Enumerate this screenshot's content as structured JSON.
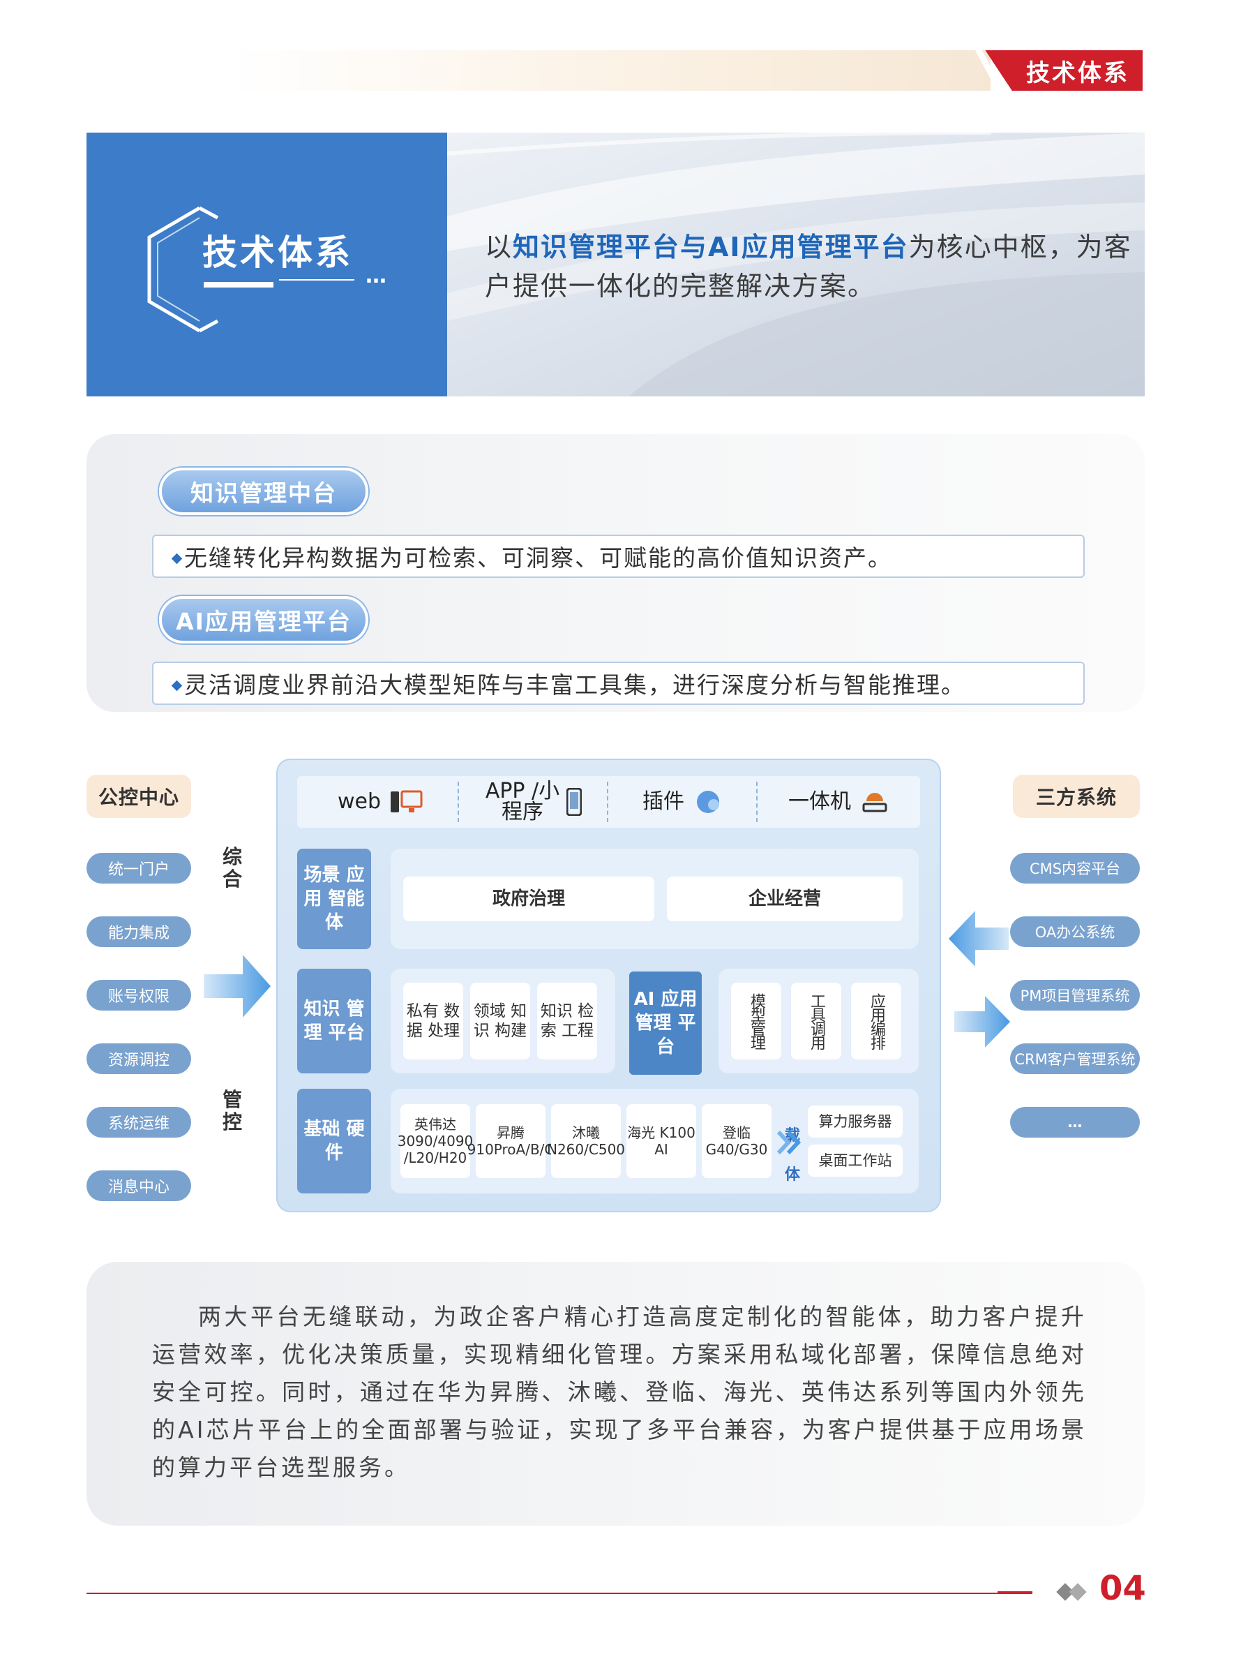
{
  "header": {
    "tag": "技术体系"
  },
  "hero": {
    "title": "技术体系",
    "dots": "…",
    "lead_pre": "以",
    "lead_hl": "知识管理平台与AI应用管理平台",
    "lead_post": "为核心中枢，为客户提供一体化的完整解决方案。"
  },
  "platforms": [
    {
      "name": "知识管理中台",
      "desc": "无缝转化异构数据为可检索、可洞察、可赋能的高价值知识资产。"
    },
    {
      "name": "AI应用管理平台",
      "desc": "灵活调度业界前沿大模型矩阵与丰富工具集，进行深度分析与智能推理。"
    }
  ],
  "diagram": {
    "left_head": "公控中心",
    "left_items": [
      "统一门户",
      "能力集成",
      "账号权限",
      "资源调控",
      "系统运维",
      "消息中心"
    ],
    "left_v1": "综合",
    "left_v2": "管控",
    "right_head": "三方系统",
    "right_items": [
      "CMS内容平台",
      "OA办公系统",
      "PM项目管理系统",
      "CRM客户管理系统",
      "…"
    ],
    "channels": [
      "web",
      "APP /小程序",
      "插件",
      "一体机"
    ],
    "row1": {
      "label": "场景 应用 智能体",
      "items": [
        "政府治理",
        "企业经营"
      ]
    },
    "row2": {
      "label": "知识 管理 平台",
      "items": [
        "私有 数据 处理",
        "领域 知识 构建",
        "知识 检索 工程"
      ],
      "ai": "AI 应用 管理 平台",
      "tools": [
        "模型管理",
        "工具调用",
        "应用编排"
      ]
    },
    "row3": {
      "label": "基础 硬件",
      "chips": [
        "英伟达 3090/4090 /L20/H20",
        "昇腾 910ProA/B/C",
        "沐曦 N260/C500",
        "海光 K100 AI",
        "登临 G40/G30"
      ],
      "carrier": "载体",
      "devices": [
        "算力服务器",
        "桌面工作站"
      ]
    }
  },
  "summary": "两大平台无缝联动，为政企客户精心打造高度定制化的智能体，助力客户提升运营效率，优化决策质量，实现精细化管理。方案采用私域化部署，保障信息绝对安全可控。同时，通过在华为昇腾、沐曦、登临、海光、英伟达系列等国内外领先的AI芯片平台上的全面部署与验证，实现了多平台兼容，为客户提供基于应用场景的算力平台选型服务。",
  "footer": {
    "page": "04"
  }
}
